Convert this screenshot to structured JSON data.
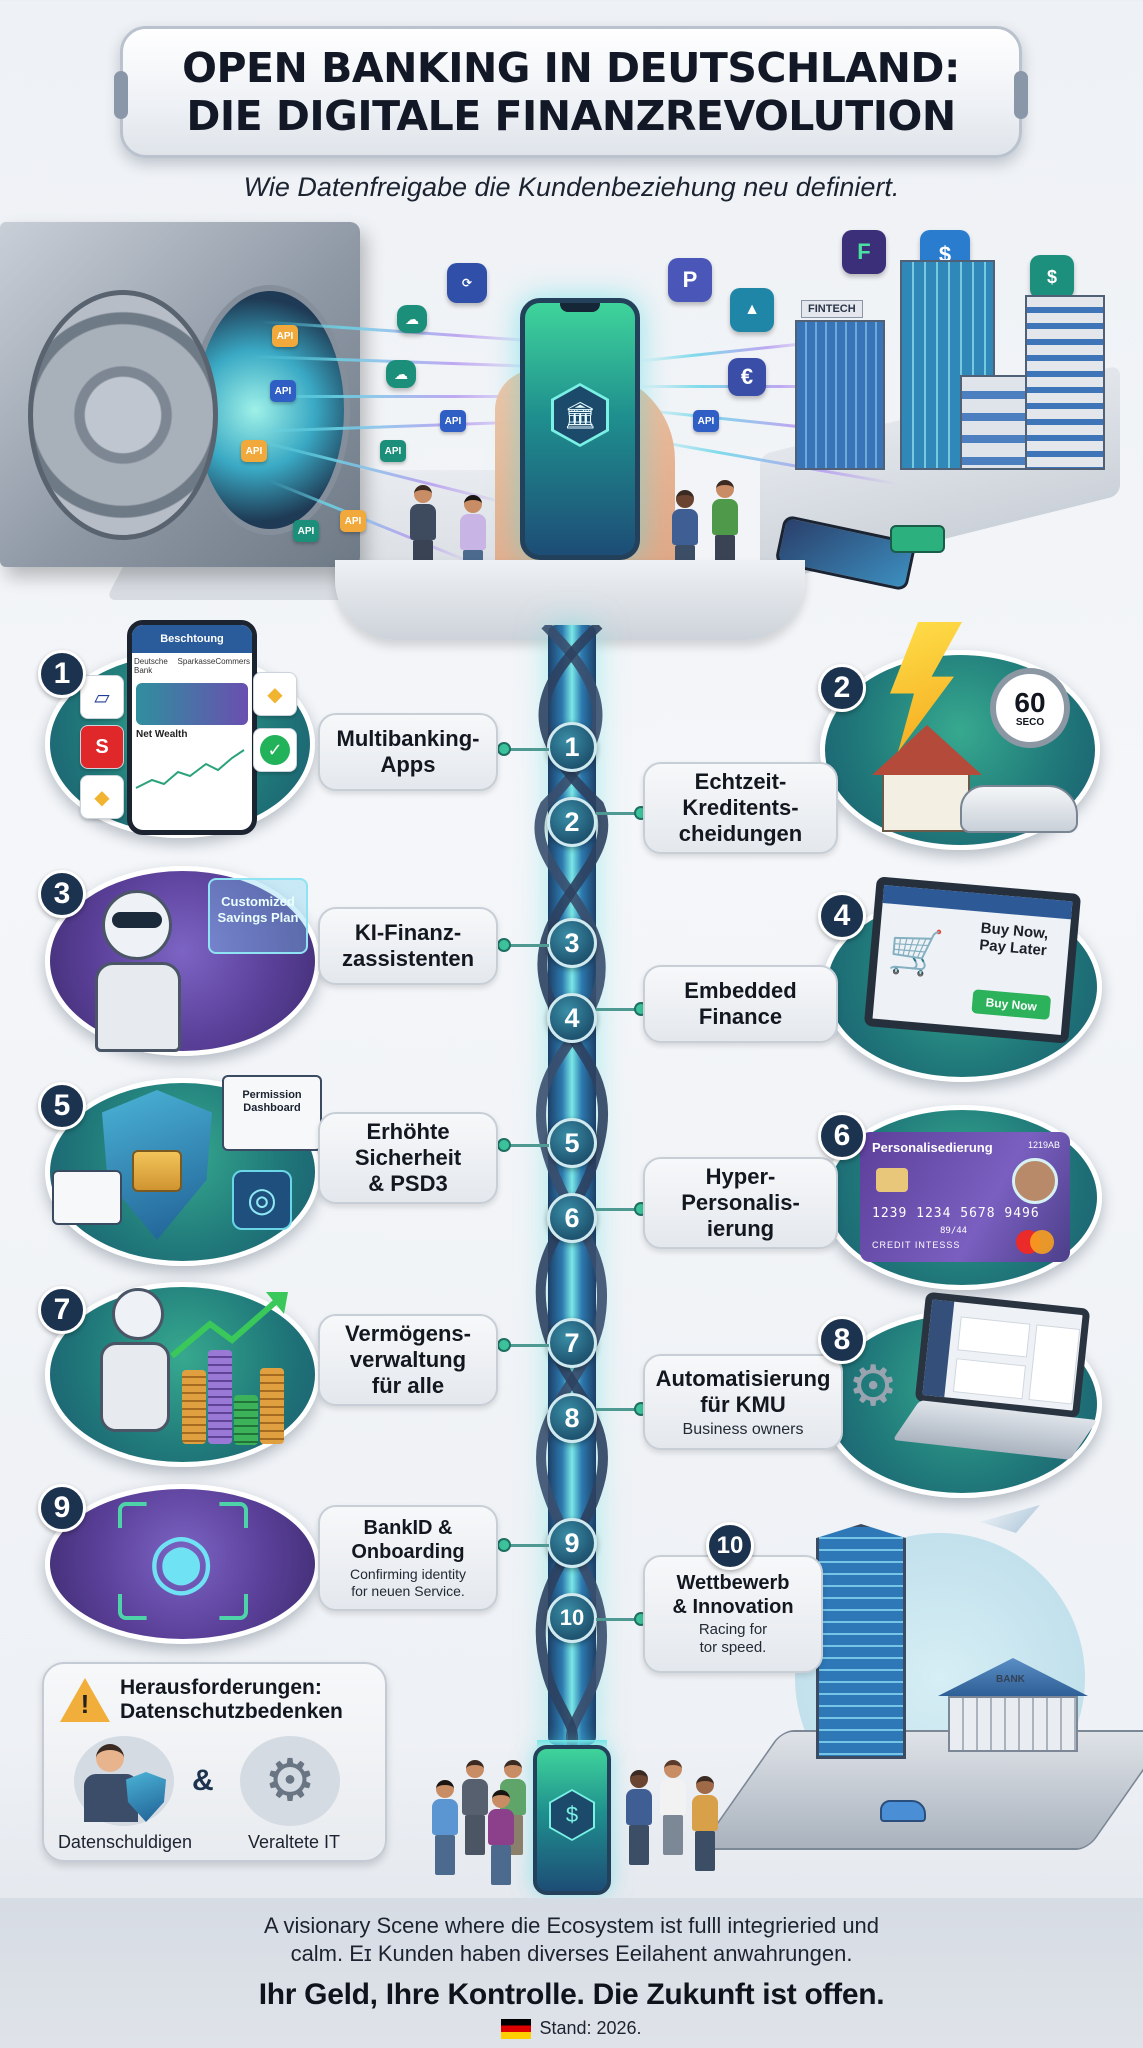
{
  "header": {
    "title_line_1": "OPEN BANKING IN DEUTSCHLAND:",
    "title_line_2": "DIE DIGITALE FINANZREVOLUTION",
    "subtitle": "Wie Datenfreigabe die Kundenbeziehung neu definiert."
  },
  "hero": {
    "api_chips": [
      "API",
      "API",
      "API",
      "API",
      "API",
      "API",
      "API",
      "API",
      "API"
    ],
    "fintech_label": "FINTECH",
    "app_tiles": [
      {
        "glyph": "P",
        "color": "#4b57b8"
      },
      {
        "glyph": "▲",
        "color": "#1f86a8"
      },
      {
        "glyph": "€",
        "color": "#3a4ea8"
      },
      {
        "glyph": "F",
        "color": "#3b2f7a"
      },
      {
        "glyph": "$",
        "color": "#2a7ccf"
      },
      {
        "glyph": "$",
        "color": "#1d8f7d"
      }
    ],
    "phone_icon": "bank-icon"
  },
  "features": [
    {
      "number": "1",
      "title": "Multibanking-\nApps",
      "subtitle": "",
      "side": "left",
      "illustration": {
        "phone_header": "Beschtoung",
        "banks": [
          "Deutsche Bank",
          "Sparkasse",
          "Commers"
        ],
        "widget_label": "Net Wealth",
        "tile_label": "COMMERZBANK"
      }
    },
    {
      "number": "2",
      "title": "Echtzeit-\nKreditents-\ncheidungen",
      "subtitle": "",
      "side": "right",
      "illustration": {
        "timer_value": "60",
        "timer_unit": "SECO"
      }
    },
    {
      "number": "3",
      "title": "KI-Finanz-\nzassistenten",
      "subtitle": "",
      "side": "left",
      "illustration": {
        "bubble_text": "Customized\nSavings Plan"
      }
    },
    {
      "number": "4",
      "title": "Embedded\nFinance",
      "subtitle": "",
      "side": "right",
      "illustration": {
        "headline": "Buy Now,\nPay Later",
        "button": "Buy Now"
      }
    },
    {
      "number": "5",
      "title": "Erhöhte\nSicherheit\n& PSD3",
      "subtitle": "",
      "side": "left",
      "illustration": {
        "panel_title": "Permission\nDashboard"
      }
    },
    {
      "number": "6",
      "title": "Hyper-\nPersonalis-\nierung",
      "subtitle": "",
      "side": "right",
      "illustration": {
        "card_title": "Personalisedierung",
        "card_code": "1219AB",
        "card_number": "1239 1234 5678 9496",
        "card_expiry": "89/44",
        "card_holder": "CREDIT INTESSS"
      }
    },
    {
      "number": "7",
      "title": "Vermögens-\nverwaltung\nfür alle",
      "subtitle": "",
      "side": "left",
      "illustration": {}
    },
    {
      "number": "8",
      "title": "Automatisierung\nfür KMU",
      "subtitle": "Business owners",
      "side": "right",
      "illustration": {}
    },
    {
      "number": "9",
      "title": "BankID &\nOnboarding",
      "subtitle": "Confirming identity\nfor neuen Service.",
      "side": "left",
      "illustration": {}
    },
    {
      "number": "10",
      "title": "Wettbewerb\n& Innovation",
      "subtitle": "Racing for\ntor speed.",
      "side": "right",
      "illustration": {
        "bank_sign": "BANK"
      }
    }
  ],
  "challenges": {
    "title": "Herausforderungen:\nDatenschutzbedenken",
    "items": [
      {
        "label": "Datenschuldigen",
        "icon": "person-shield-icon"
      },
      {
        "label": "Veraltete IT",
        "icon": "gears-icon"
      }
    ],
    "connector": "&"
  },
  "finale": {
    "phone_icon": "dollar-icon"
  },
  "footer": {
    "description_line_1": "A visionary Scene where die Ecosystem ist fulll integrieried und",
    "description_line_2": "calm. Eɪ Kunden haben diverses Eeilahent anwahrungen.",
    "tagline": "Ihr Geld, Ihre Kontrolle. Die Zukunft ist offen.",
    "stand": "Stand: 2026."
  },
  "colors": {
    "teal": "#207a7a",
    "purple": "#5a3f98",
    "navy_badge": "#1c3350",
    "spine_glow": "#7ae8e6",
    "node_dot": "#3cc39b"
  }
}
